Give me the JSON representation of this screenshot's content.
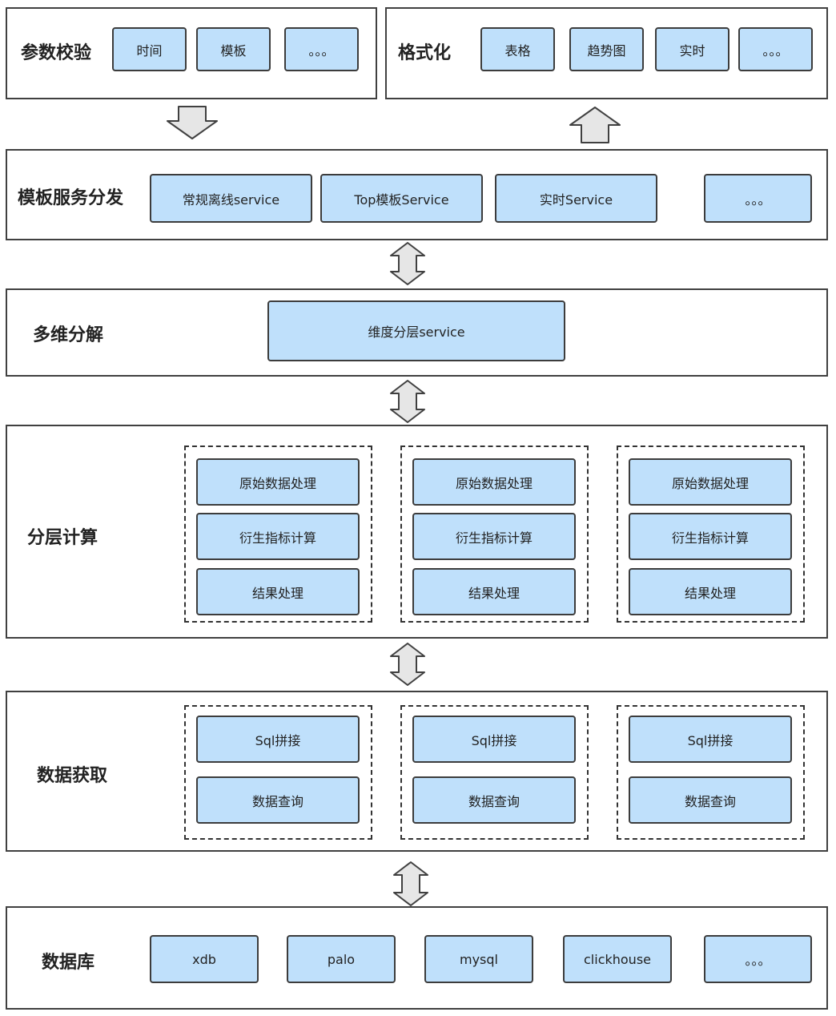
{
  "param_check": {
    "title": "参数校验",
    "items": [
      "时间",
      "模板",
      "。。。"
    ]
  },
  "formatting": {
    "title": "格式化",
    "items": [
      "表格",
      "趋势图",
      "实时",
      "。。。"
    ]
  },
  "template_dispatch": {
    "title": "模板服务分发",
    "items": [
      "常规离线service",
      "Top模板Service",
      "实时Service",
      "。。。"
    ]
  },
  "multi_dim": {
    "title": "多维分解",
    "items": [
      "维度分层service"
    ]
  },
  "layered_calc": {
    "title": "分层计算",
    "groups": [
      [
        "原始数据处理",
        "衍生指标计算",
        "结果处理"
      ],
      [
        "原始数据处理",
        "衍生指标计算",
        "结果处理"
      ],
      [
        "原始数据处理",
        "衍生指标计算",
        "结果处理"
      ]
    ]
  },
  "data_fetch": {
    "title": "数据获取",
    "groups": [
      [
        "Sql拼接",
        "数据查询"
      ],
      [
        "Sql拼接",
        "数据查询"
      ],
      [
        "Sql拼接",
        "数据查询"
      ]
    ]
  },
  "database": {
    "title": "数据库",
    "items": [
      "xdb",
      "palo",
      "mysql",
      "clickhouse",
      "。。。"
    ]
  },
  "colors": {
    "box_fill": "#bfe0fb",
    "border": "#404040",
    "arrow_fill": "#e6e6e6"
  }
}
